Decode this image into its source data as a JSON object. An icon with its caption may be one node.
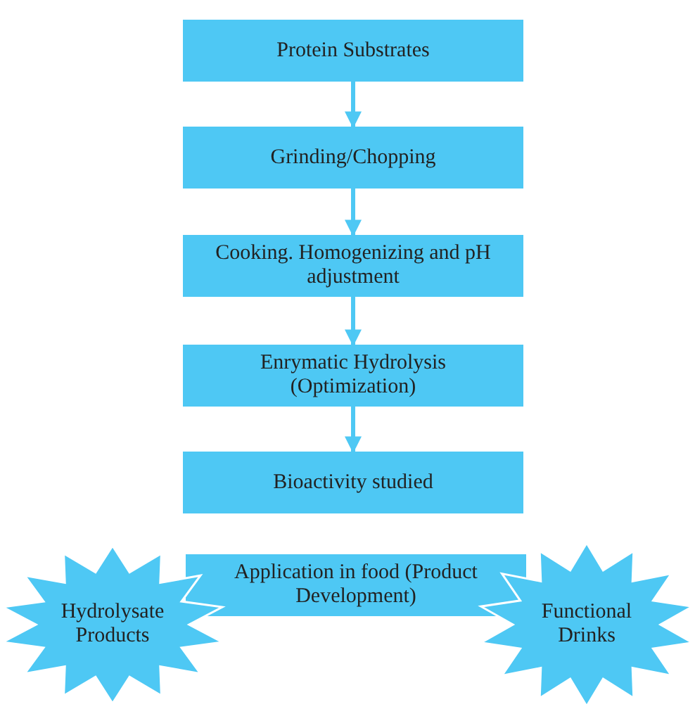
{
  "diagram": {
    "nodes": [
      {
        "text": [
          "Protein Substrates"
        ]
      },
      {
        "text": [
          "Grinding/Chopping"
        ]
      },
      {
        "text": [
          "Cooking. Homogenizing and pH adjustment"
        ]
      },
      {
        "text": [
          "Enrymatic Hydrolysis (Optimization)"
        ]
      },
      {
        "text": [
          "Bioactivity studied"
        ]
      },
      {
        "text": [
          "Application in food (Product Development)"
        ]
      },
      {
        "text": [
          "Hydrolysate Products"
        ]
      },
      {
        "text": [
          "Functional Drinks"
        ]
      }
    ],
    "edges": [
      {
        "from": 0,
        "to": 1,
        "arrow": "to"
      },
      {
        "from": 1,
        "to": 2,
        "arrow": "to"
      },
      {
        "from": 2,
        "to": 3,
        "arrow": "to"
      },
      {
        "from": 3,
        "to": 4,
        "arrow": "to"
      }
    ]
  }
}
